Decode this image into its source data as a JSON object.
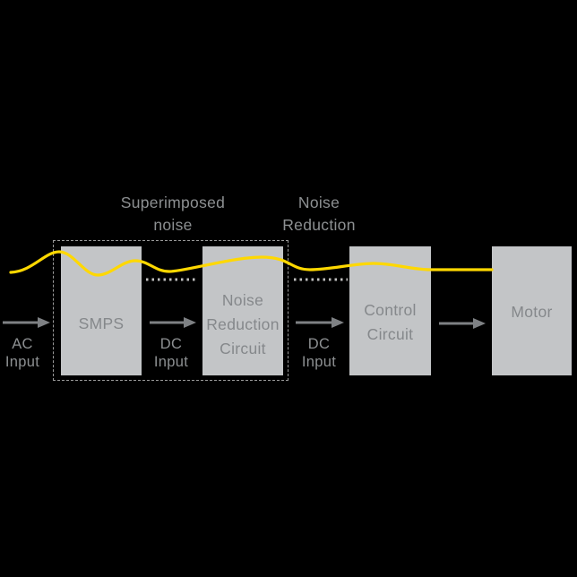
{
  "diagram": {
    "description": "Motor power flow diagram with superimposed noise waveform",
    "annotations": {
      "superimposed_noise": "Superimposed\nnoise",
      "noise_reduction": "Noise\nReduction"
    },
    "blocks": [
      {
        "id": "smps",
        "label": "SMPS"
      },
      {
        "id": "noise-reduction-circuit",
        "label": "Noise\nReduction\nCircuit"
      },
      {
        "id": "control-circuit",
        "label": "Control\nCircuit"
      },
      {
        "id": "motor",
        "label": "Motor"
      }
    ],
    "io_labels": [
      {
        "id": "ac-input",
        "label": "AC\nInput"
      },
      {
        "id": "dc-input-smps",
        "label": "DC\nInput"
      },
      {
        "id": "dc-input-control",
        "label": "DC\nInput"
      }
    ],
    "colors": {
      "background": "#000000",
      "block_fill": "#c3c5c7",
      "block_text": "#85888b",
      "annotation_text": "#8d9092",
      "arrow": "#7e8184",
      "noise_line": "#ffd800",
      "dotted_line": "#c0c0c0",
      "dashed_box": "#9a9a9a"
    }
  }
}
